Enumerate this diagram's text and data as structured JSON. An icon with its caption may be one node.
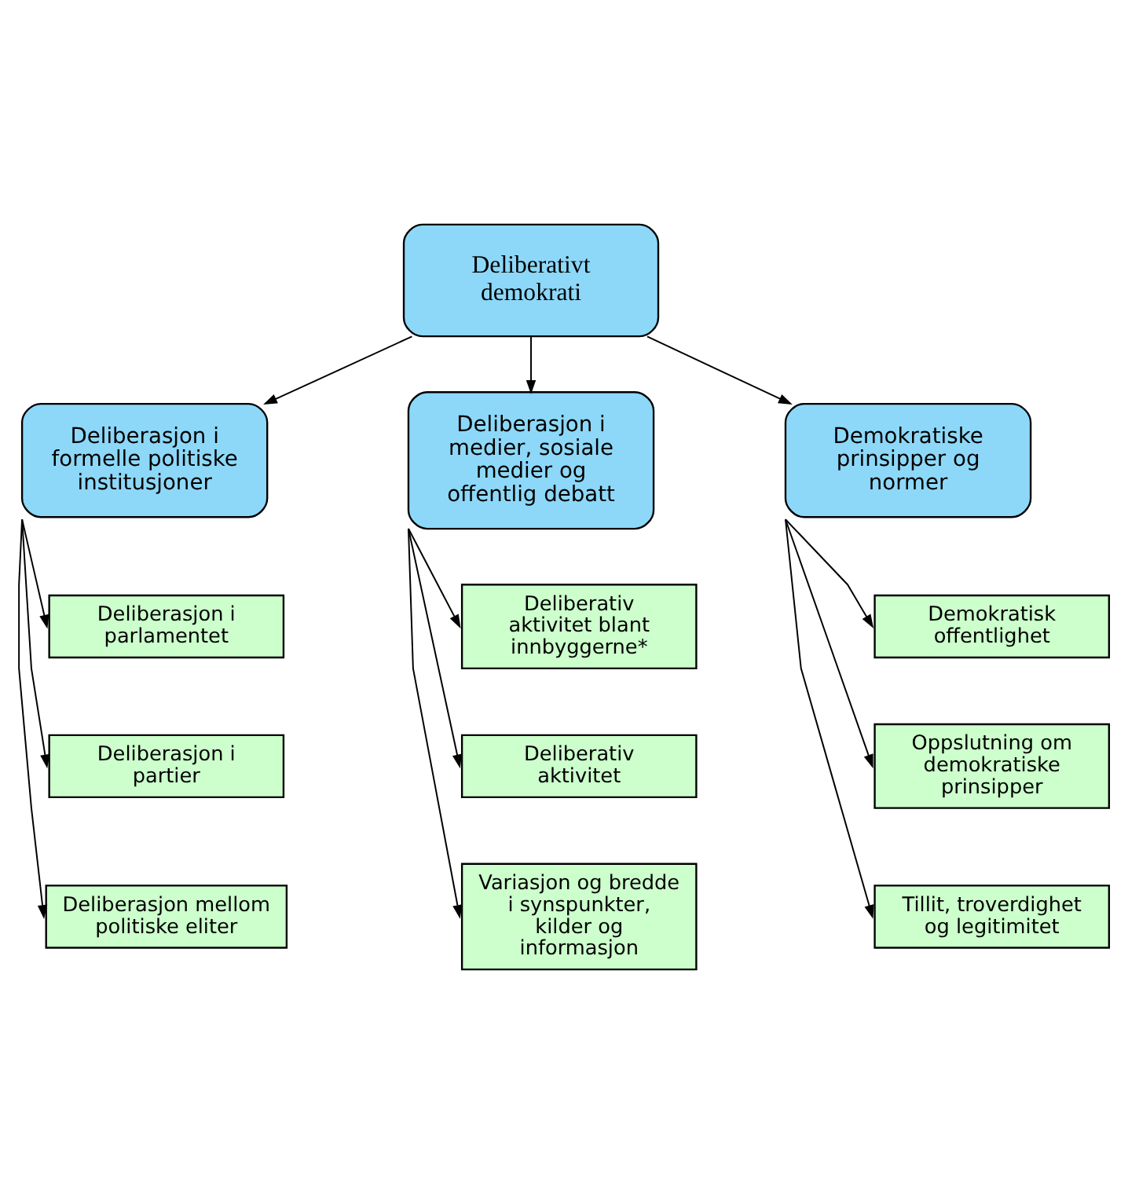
{
  "diagram": {
    "nodes": [
      {
        "text": [
          "Deliberativt demokrati"
        ]
      },
      {
        "text": [
          "Deliberasjon i formelle politiske institusjoner"
        ]
      },
      {
        "text": [
          "Deliberasjon i medier, sosiale medier og offentlig debatt"
        ]
      },
      {
        "text": [
          "Demokratiske prinsipper og normer"
        ]
      },
      {
        "text": [
          "Deliberasjon i parlamentet"
        ]
      },
      {
        "text": [
          "Deliberasjon i partier"
        ]
      },
      {
        "text": [
          "Deliberasjon mellom politiske eliter"
        ]
      },
      {
        "text": [
          "Deliberativ aktivitet blant innbyggerne*"
        ]
      },
      {
        "text": [
          "Deliberativ aktivitet"
        ]
      },
      {
        "text": [
          "Variasjon og bredde i synspunkter, kilder og informasjon"
        ]
      },
      {
        "text": [
          "Demokratisk offentlighet"
        ]
      },
      {
        "text": [
          "Oppslutning om demokratiske prinsipper"
        ]
      },
      {
        "text": [
          "Tillit, troverdighet og legitimitet"
        ]
      }
    ],
    "edges": [
      {
        "from": 0,
        "to": 1,
        "arrow": "to"
      },
      {
        "from": 0,
        "to": 2,
        "arrow": "to"
      },
      {
        "from": 0,
        "to": 3,
        "arrow": "to"
      },
      {
        "from": 1,
        "to": 4,
        "arrow": "to"
      },
      {
        "from": 1,
        "to": 5,
        "arrow": "to"
      },
      {
        "from": 1,
        "to": 6,
        "arrow": "to"
      },
      {
        "from": 2,
        "to": 7,
        "arrow": "to"
      },
      {
        "from": 2,
        "to": 8,
        "arrow": "to"
      },
      {
        "from": 2,
        "to": 9,
        "arrow": "to"
      },
      {
        "from": 3,
        "to": 10,
        "arrow": "to"
      },
      {
        "from": 3,
        "to": 11,
        "arrow": "to"
      },
      {
        "from": 3,
        "to": 12,
        "arrow": "to"
      }
    ]
  }
}
